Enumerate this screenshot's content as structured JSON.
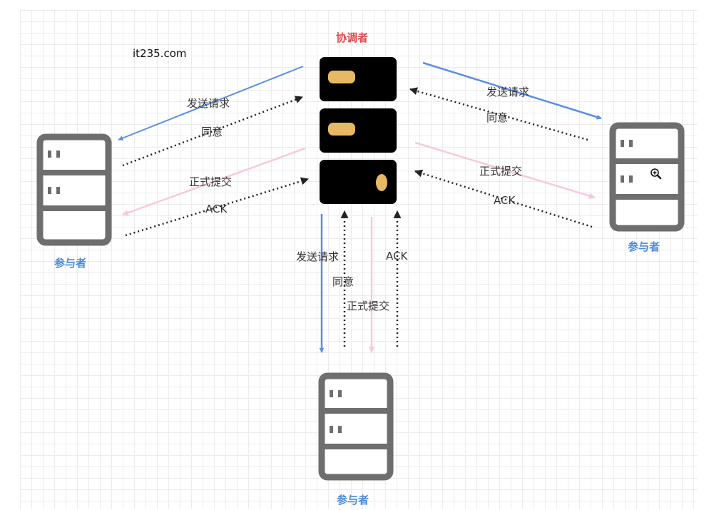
{
  "watermark": "it235.com",
  "coordinator": {
    "label": "协调者",
    "label_color": "#e04a4a",
    "body_color": "#000000",
    "led_color": "#e8b964"
  },
  "participants": {
    "left": {
      "label": "参与者"
    },
    "right": {
      "label": "参与者"
    },
    "bottom": {
      "label": "参与者"
    },
    "label_color": "#4a8ad8",
    "frame_color": "#6e6e6e"
  },
  "messages": {
    "request": "发送请求",
    "agree": "同意",
    "commit": "正式提交",
    "ack": "ACK"
  },
  "arrow_colors": {
    "request": "#5b8ee6",
    "commit": "#f5cbd6",
    "agree_ack": "#222222"
  },
  "magnifier_icon": "zoom-in-icon"
}
